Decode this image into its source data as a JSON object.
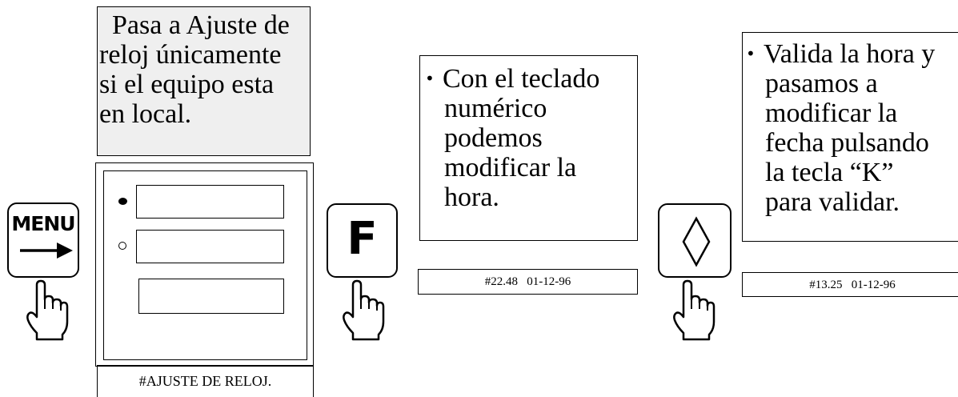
{
  "note_clock": {
    "lines": [
      "Pasa a Ajuste de",
      "reloj únicamente",
      "si el equipo esta",
      "en local."
    ]
  },
  "key_menu": {
    "label": "MENU",
    "icon": "arrow-right-icon"
  },
  "key_f": {
    "label": "F"
  },
  "key_diamond": {
    "label": "◊",
    "icon": "diamond-icon"
  },
  "panel_title": "#AJUSTE DE RELOJ.",
  "note_time": {
    "bullet": "•",
    "lines": [
      "Con el teclado",
      "numérico",
      "podemos",
      "modificar la",
      "hora."
    ]
  },
  "status_time": "#22.48   01-12-96",
  "note_date": {
    "bullet": "•",
    "lines": [
      "Valida la hora y",
      "pasamos a",
      "modificar la",
      "fecha pulsando",
      "la tecla “K”",
      "para validar."
    ]
  },
  "status_date": "#13.25   01-12-96",
  "icons": {
    "hand": "pointing-hand-icon",
    "led_on": "led-filled-icon",
    "led_off": "led-empty-icon"
  }
}
